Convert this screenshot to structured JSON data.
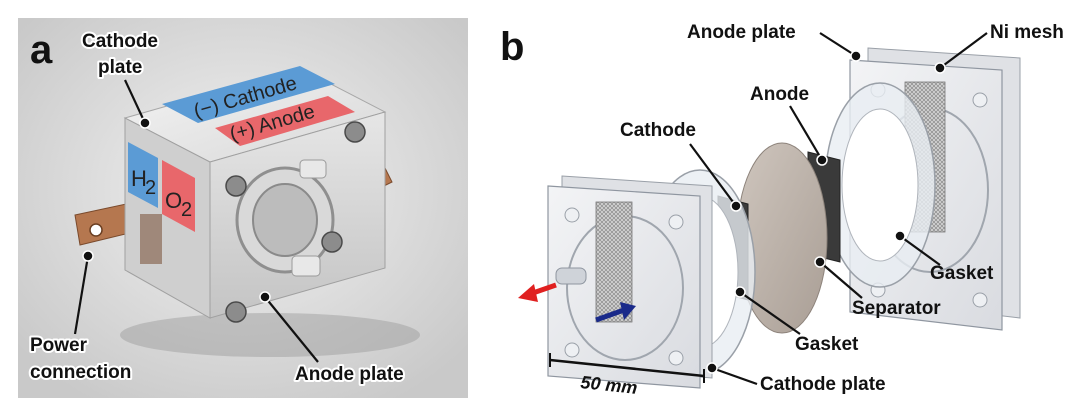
{
  "panel_a": {
    "letter": "a",
    "labels": {
      "cathode_plate_line1": "Cathode",
      "cathode_plate_line2": "plate",
      "power_connection_line1": "Power",
      "power_connection_line2": "connection",
      "anode_plate": "Anode plate"
    },
    "device_tags": {
      "cathode_tag": "(−) Cathode",
      "anode_tag": "(+) Anode",
      "h2": "H",
      "h2_sub": "2",
      "o2": "O",
      "o2_sub": "2"
    },
    "colors": {
      "cathode_blue": "#5b9bd5",
      "anode_red": "#e8676b",
      "copper": "#b5774f"
    }
  },
  "panel_b": {
    "letter": "b",
    "labels": {
      "anode_plate": "Anode plate",
      "ni_mesh": "Ni mesh",
      "anode": "Anode",
      "cathode": "Cathode",
      "gasket_right": "Gasket",
      "separator": "Separator",
      "gasket_left": "Gasket",
      "cathode_plate": "Cathode plate"
    },
    "scale_bar": "50 mm",
    "colors": {
      "outlet_arrow": "#e02020",
      "inlet_arrow": "#1a2a8a"
    }
  }
}
